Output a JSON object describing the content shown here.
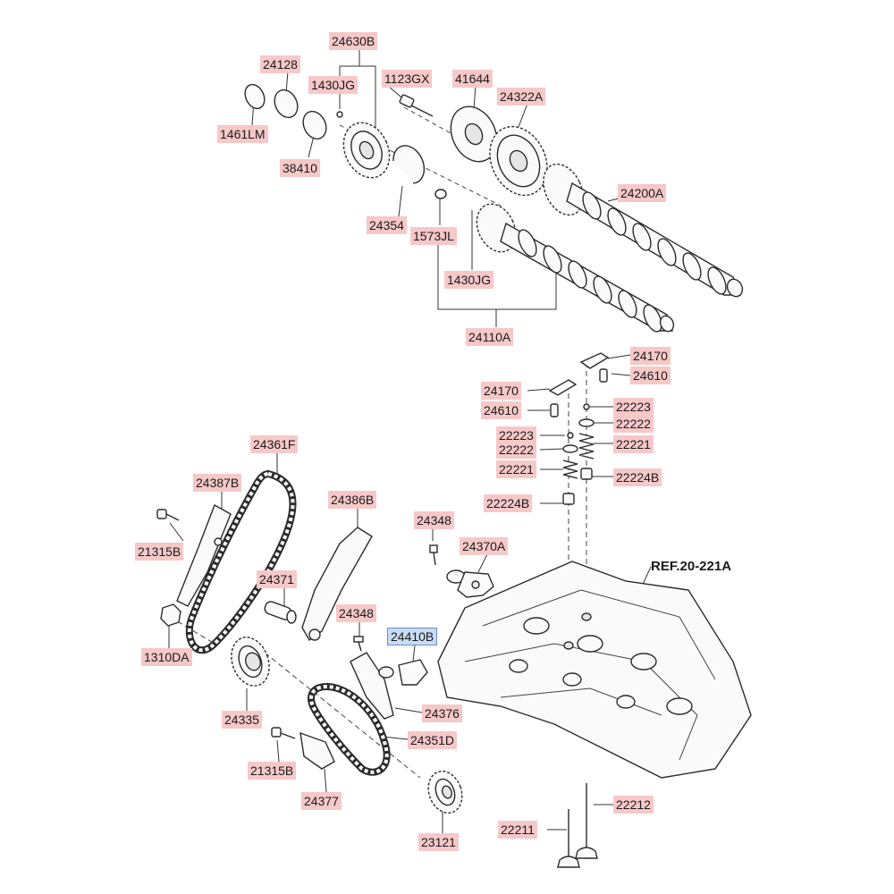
{
  "labels": {
    "l24630B": "24630B",
    "l24128": "24128",
    "l1430JG_top": "1430JG",
    "l1123GX": "1123GX",
    "l41644": "41644",
    "l24322A": "24322A",
    "l1461LM": "1461LM",
    "l38410": "38410",
    "l24200A": "24200A",
    "l24354": "24354",
    "l1573JL": "1573JL",
    "l1430JG_bottom": "1430JG",
    "l24110A": "24110A",
    "l24170_a": "24170",
    "l24610_a": "24610",
    "l24170_b": "24170",
    "l22223_a": "22223",
    "l24610_b": "24610",
    "l22222_a": "22222",
    "l22223_b": "22223",
    "l22221_a": "22221",
    "l22222_b": "22222",
    "l22221_b": "22221",
    "l22224B_a": "22224B",
    "l24361F": "24361F",
    "l22224B_b": "22224B",
    "l24387B": "24387B",
    "l24386B": "24386B",
    "l24348_a": "24348",
    "l24370A": "24370A",
    "l21315B_a": "21315B",
    "l24371": "24371",
    "l24348_b": "24348",
    "l24410B": "24410B",
    "l1310DA": "1310DA",
    "l24335": "24335",
    "l24376": "24376",
    "l24351D": "24351D",
    "l21315B_b": "21315B",
    "l24377": "24377",
    "l22212": "22212",
    "l22211": "22211",
    "l23121": "23121",
    "ref": "REF.20-221A"
  },
  "colors": {
    "label_bg": "#f7c8c8",
    "label_highlight_bg": "#c8dcf5",
    "line": "#333333"
  }
}
